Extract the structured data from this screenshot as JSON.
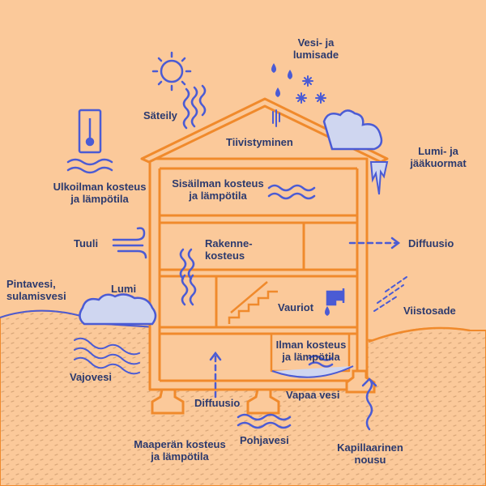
{
  "colors": {
    "background": "#fbc99a",
    "house_outline": "#f08a2c",
    "icon_stroke": "#4b5bd4",
    "label_text": "#2c3a6e",
    "ground_texture": "#d9a77a",
    "cloud_fill": "#cfd6f0"
  },
  "labels": {
    "sateily": "Säteily",
    "vesi_lumisade": "Vesi- ja\nlumisade",
    "tiivistyminen": "Tiivistyminen",
    "lumi_jaakuormat": "Lumi- ja\njääkuormat",
    "ulkoilman": "Ulkoilman kosteus\nja lämpötila",
    "sisailman": "Sisäilman kosteus\nja lämpötila",
    "tuuli": "Tuuli",
    "rakennekosteus": "Rakenne-\nkosteus",
    "diffuusio_right": "Diffuusio",
    "pintavesi": "Pintavesi,\nsulamisvesi",
    "lumi": "Lumi",
    "vauriot": "Vauriot",
    "viistosade": "Viistosade",
    "ilman_kosteus": "Ilman kosteus\nja lämpötila",
    "vajovesi": "Vajovesi",
    "vapaa_vesi": "Vapaa vesi",
    "diffuusio_bottom": "Diffuusio",
    "maaperan": "Maaperän kosteus\nja lämpötila",
    "pohjavesi": "Pohjavesi",
    "kapillaarinen": "Kapillaarinen\nnousu"
  },
  "icons": [
    "sun-icon",
    "thermometer-icon",
    "raindrop-icon",
    "snowflake-icon",
    "cloud-icon",
    "icicle-icon",
    "wind-icon",
    "faucet-icon",
    "stairs-icon",
    "wave-icon",
    "arrow-icon",
    "rain-streak-icon"
  ]
}
